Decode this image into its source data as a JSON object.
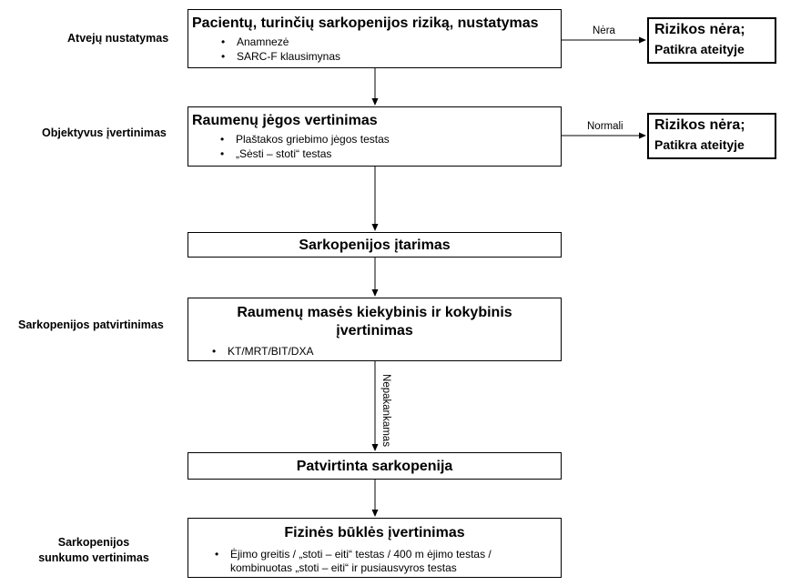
{
  "stages": {
    "case_finding": "Atvejų nustatymas",
    "assessment": "Objektyvus įvertinimas",
    "confirmation": "Sarkopenijos patvirtinimas",
    "severity": "Sarkopenijos sunkumo vertinimas"
  },
  "boxes": {
    "b1": {
      "title": "Pacientų, turinčių sarkopenijos riziką, nustatymas",
      "items": [
        "Anamnezė",
        "SARC-F klausimynas"
      ]
    },
    "b2": {
      "title": "Raumenų jėgos vertinimas",
      "items": [
        "Plaštakos griebimo jėgos testas",
        "„Sėsti – stoti“ testas"
      ]
    },
    "b3": {
      "title": "Sarkopenijos įtarimas"
    },
    "b4": {
      "title": "Raumenų masės kiekybinis ir kokybinis įvertinimas",
      "items": [
        "KT/MRT/BIT/DXA"
      ]
    },
    "b5": {
      "title": "Patvirtinta sarkopenija"
    },
    "b6": {
      "title": "Fizinės būklės įvertinimas",
      "items": [
        "Ėjimo greitis / „stoti – eiti“ testas / 400 m ėjimo testas / kombinuotas „stoti – eiti“ ir pusiausvyros testas"
      ]
    },
    "r1": {
      "line1": "Rizikos nėra;",
      "line2": "Patikra ateityje"
    },
    "r2": {
      "line1": "Rizikos nėra;",
      "line2": "Patikra ateityje"
    }
  },
  "edges": {
    "e1": "Nėra",
    "e2": "Normali",
    "e3": "Nepakankamas"
  }
}
